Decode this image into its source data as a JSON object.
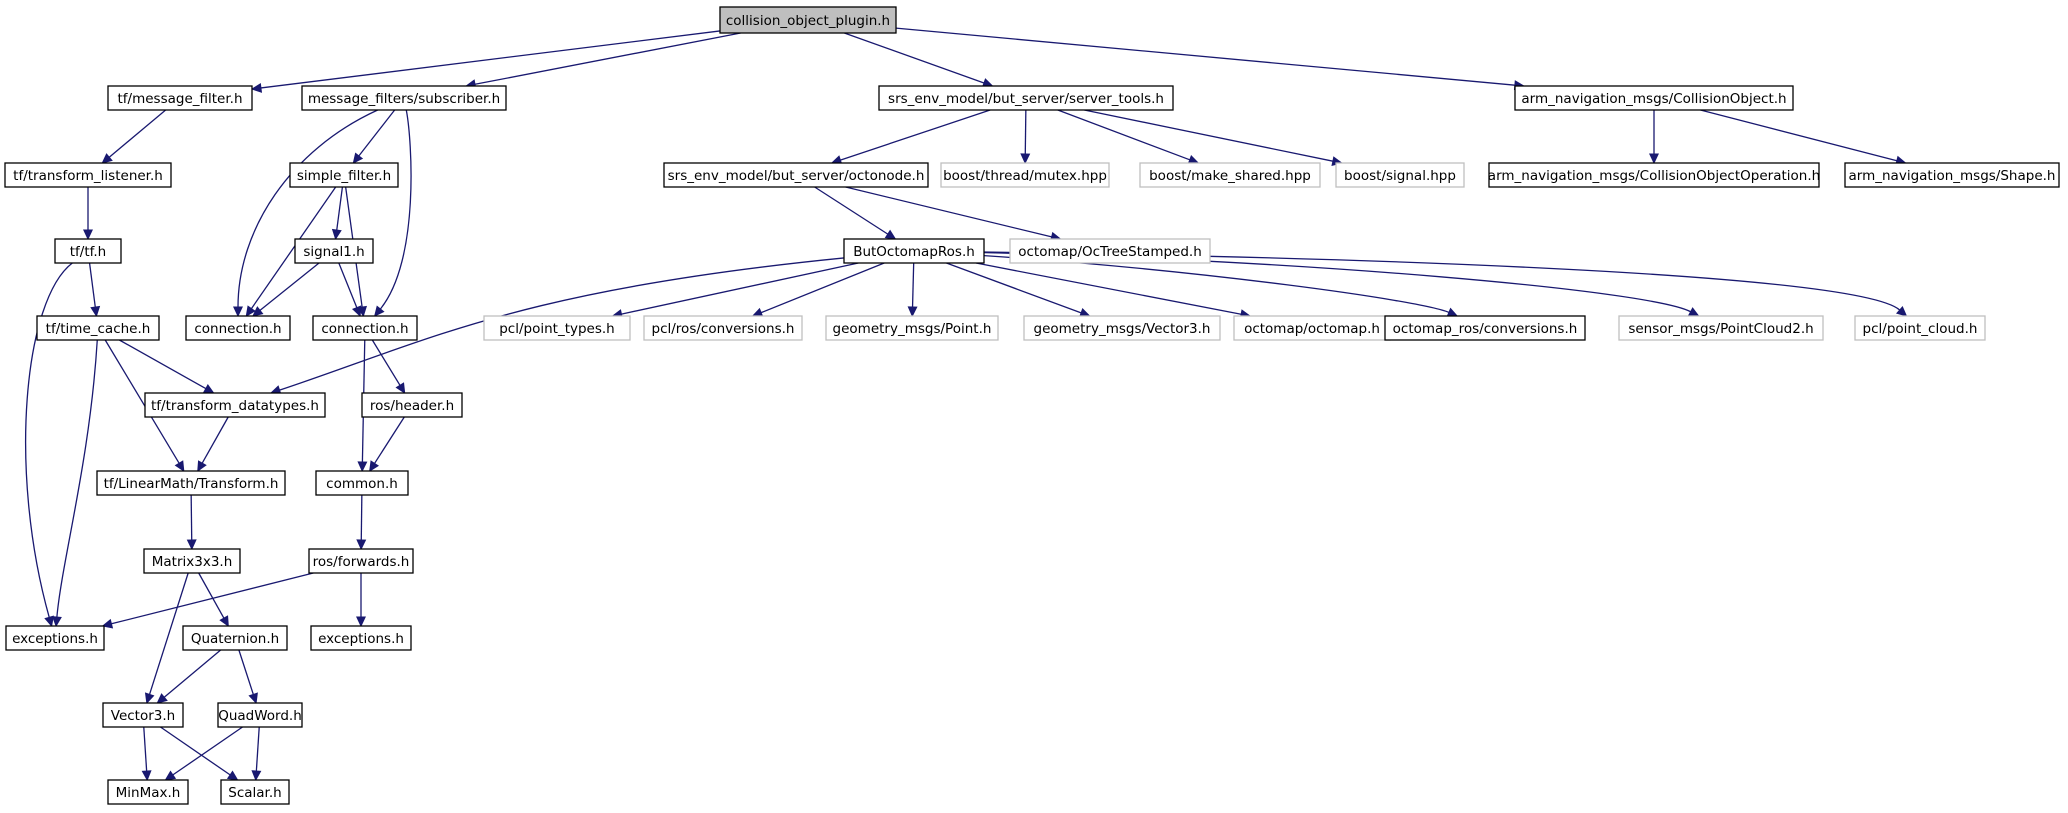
{
  "diagram": {
    "root": "collision_object_plugin.h",
    "colors": {
      "edge": "#191970",
      "node_border": "#000000",
      "missing_border": "#bfbfbf",
      "root_fill": "#bfbfbf"
    },
    "nodes": [
      {
        "id": "root",
        "label": "collision_object_plugin.h",
        "kind": "root"
      },
      {
        "id": "tf_message_filter",
        "label": "tf/message_filter.h",
        "kind": "normal"
      },
      {
        "id": "mf_subscriber",
        "label": "message_filters/subscriber.h",
        "kind": "normal"
      },
      {
        "id": "server_tools",
        "label": "srs_env_model/but_server/server_tools.h",
        "kind": "normal"
      },
      {
        "id": "collision_object",
        "label": "arm_navigation_msgs/CollisionObject.h",
        "kind": "normal"
      },
      {
        "id": "transform_listener",
        "label": "tf/transform_listener.h",
        "kind": "normal"
      },
      {
        "id": "simple_filter",
        "label": "simple_filter.h",
        "kind": "normal"
      },
      {
        "id": "octonode",
        "label": "srs_env_model/but_server/octonode.h",
        "kind": "normal"
      },
      {
        "id": "boost_mutex",
        "label": "boost/thread/mutex.hpp",
        "kind": "missing"
      },
      {
        "id": "boost_make_shared",
        "label": "boost/make_shared.hpp",
        "kind": "missing"
      },
      {
        "id": "boost_signal",
        "label": "boost/signal.hpp",
        "kind": "missing"
      },
      {
        "id": "collision_object_operation",
        "label": "arm_navigation_msgs/CollisionObjectOperation.h",
        "kind": "normal"
      },
      {
        "id": "shape",
        "label": "arm_navigation_msgs/Shape.h",
        "kind": "normal"
      },
      {
        "id": "tf_tf",
        "label": "tf/tf.h",
        "kind": "normal"
      },
      {
        "id": "signal1",
        "label": "signal1.h",
        "kind": "normal"
      },
      {
        "id": "but_octomap_ros",
        "label": "ButOctomapRos.h",
        "kind": "normal"
      },
      {
        "id": "octree_stamped",
        "label": "octomap/OcTreeStamped.h",
        "kind": "missing"
      },
      {
        "id": "time_cache",
        "label": "tf/time_cache.h",
        "kind": "normal"
      },
      {
        "id": "connection_a",
        "label": "connection.h",
        "kind": "normal"
      },
      {
        "id": "connection_b",
        "label": "connection.h",
        "kind": "normal"
      },
      {
        "id": "pcl_point_types",
        "label": "pcl/point_types.h",
        "kind": "missing"
      },
      {
        "id": "pcl_ros_conversions",
        "label": "pcl/ros/conversions.h",
        "kind": "missing"
      },
      {
        "id": "geometry_point",
        "label": "geometry_msgs/Point.h",
        "kind": "missing"
      },
      {
        "id": "geometry_vector3",
        "label": "geometry_msgs/Vector3.h",
        "kind": "missing"
      },
      {
        "id": "octomap_octomap",
        "label": "octomap/octomap.h",
        "kind": "missing"
      },
      {
        "id": "octomap_ros_conversions",
        "label": "octomap_ros/conversions.h",
        "kind": "normal"
      },
      {
        "id": "sensor_pointcloud2",
        "label": "sensor_msgs/PointCloud2.h",
        "kind": "missing"
      },
      {
        "id": "pcl_point_cloud",
        "label": "pcl/point_cloud.h",
        "kind": "missing"
      },
      {
        "id": "transform_datatypes",
        "label": "tf/transform_datatypes.h",
        "kind": "normal"
      },
      {
        "id": "ros_header",
        "label": "ros/header.h",
        "kind": "normal"
      },
      {
        "id": "linearmath_transform",
        "label": "tf/LinearMath/Transform.h",
        "kind": "normal"
      },
      {
        "id": "common",
        "label": "common.h",
        "kind": "normal"
      },
      {
        "id": "matrix3x3",
        "label": "Matrix3x3.h",
        "kind": "normal"
      },
      {
        "id": "ros_forwards",
        "label": "ros/forwards.h",
        "kind": "normal"
      },
      {
        "id": "exceptions_a",
        "label": "exceptions.h",
        "kind": "normal"
      },
      {
        "id": "quaternion",
        "label": "Quaternion.h",
        "kind": "normal"
      },
      {
        "id": "exceptions_b",
        "label": "exceptions.h",
        "kind": "normal"
      },
      {
        "id": "vector3",
        "label": "Vector3.h",
        "kind": "normal"
      },
      {
        "id": "quadword",
        "label": "QuadWord.h",
        "kind": "normal"
      },
      {
        "id": "minmax",
        "label": "MinMax.h",
        "kind": "normal"
      },
      {
        "id": "scalar",
        "label": "Scalar.h",
        "kind": "normal"
      }
    ],
    "edges": [
      [
        "root",
        "tf_message_filter"
      ],
      [
        "root",
        "mf_subscriber"
      ],
      [
        "root",
        "server_tools"
      ],
      [
        "root",
        "collision_object"
      ],
      [
        "tf_message_filter",
        "transform_listener"
      ],
      [
        "transform_listener",
        "tf_tf"
      ],
      [
        "tf_tf",
        "time_cache"
      ],
      [
        "tf_tf",
        "exceptions_a"
      ],
      [
        "time_cache",
        "transform_datatypes"
      ],
      [
        "time_cache",
        "linearmath_transform"
      ],
      [
        "time_cache",
        "exceptions_a"
      ],
      [
        "transform_datatypes",
        "linearmath_transform"
      ],
      [
        "linearmath_transform",
        "matrix3x3"
      ],
      [
        "matrix3x3",
        "quaternion"
      ],
      [
        "matrix3x3",
        "vector3"
      ],
      [
        "quaternion",
        "vector3"
      ],
      [
        "quaternion",
        "quadword"
      ],
      [
        "vector3",
        "minmax"
      ],
      [
        "vector3",
        "scalar"
      ],
      [
        "quadword",
        "minmax"
      ],
      [
        "quadword",
        "scalar"
      ],
      [
        "mf_subscriber",
        "simple_filter"
      ],
      [
        "mf_subscriber",
        "connection_a"
      ],
      [
        "mf_subscriber",
        "connection_b"
      ],
      [
        "simple_filter",
        "signal1"
      ],
      [
        "simple_filter",
        "connection_a"
      ],
      [
        "simple_filter",
        "connection_b"
      ],
      [
        "signal1",
        "connection_a"
      ],
      [
        "signal1",
        "connection_b"
      ],
      [
        "connection_b",
        "ros_header"
      ],
      [
        "connection_b",
        "common"
      ],
      [
        "ros_header",
        "common"
      ],
      [
        "common",
        "ros_forwards"
      ],
      [
        "ros_forwards",
        "exceptions_a"
      ],
      [
        "ros_forwards",
        "exceptions_b"
      ],
      [
        "server_tools",
        "octonode"
      ],
      [
        "server_tools",
        "boost_mutex"
      ],
      [
        "server_tools",
        "boost_make_shared"
      ],
      [
        "server_tools",
        "boost_signal"
      ],
      [
        "octonode",
        "but_octomap_ros"
      ],
      [
        "octonode",
        "octree_stamped"
      ],
      [
        "but_octomap_ros",
        "transform_datatypes"
      ],
      [
        "but_octomap_ros",
        "pcl_point_types"
      ],
      [
        "but_octomap_ros",
        "pcl_ros_conversions"
      ],
      [
        "but_octomap_ros",
        "geometry_point"
      ],
      [
        "but_octomap_ros",
        "geometry_vector3"
      ],
      [
        "but_octomap_ros",
        "octomap_octomap"
      ],
      [
        "but_octomap_ros",
        "octomap_ros_conversions"
      ],
      [
        "but_octomap_ros",
        "sensor_pointcloud2"
      ],
      [
        "but_octomap_ros",
        "pcl_point_cloud"
      ],
      [
        "collision_object",
        "collision_object_operation"
      ],
      [
        "collision_object",
        "shape"
      ]
    ]
  }
}
